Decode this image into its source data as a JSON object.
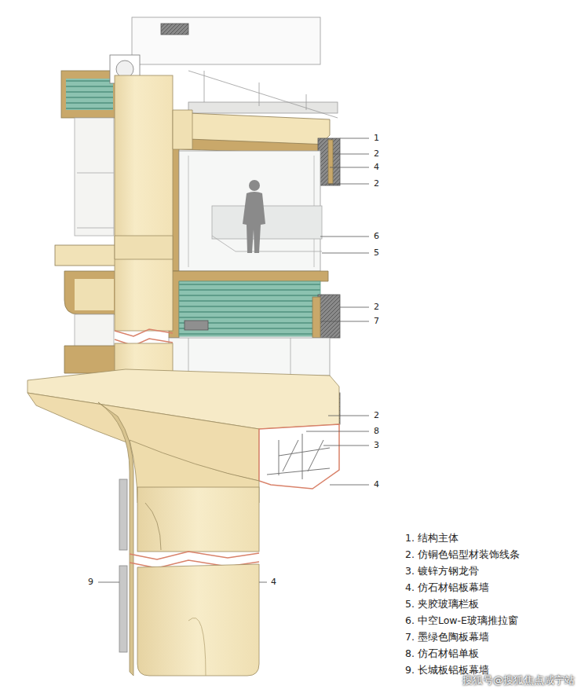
{
  "diagram": {
    "labels": [
      "1",
      "2",
      "4",
      "2",
      "6",
      "5",
      "2",
      "7",
      "2",
      "8",
      "3",
      "4",
      "9",
      "4",
      "搜狐号@搜狐焦点咸宁站"
    ],
    "legend": [
      {
        "text": "1. 结构主体"
      },
      {
        "text": "2. 仿铜色铝型材装饰线条"
      },
      {
        "text": "3. 镀锌方钢龙骨"
      },
      {
        "text": "4. 仿石材铝板幕墙"
      },
      {
        "text": "5. 夹胶玻璃栏板"
      },
      {
        "text": "6. 中空Low-E玻璃推拉窗"
      },
      {
        "text": "7. 墨绿色陶板幕墙"
      },
      {
        "text": "8. 仿石材铝单板"
      },
      {
        "text": "9. 长城板铝板幕墙"
      }
    ]
  }
}
